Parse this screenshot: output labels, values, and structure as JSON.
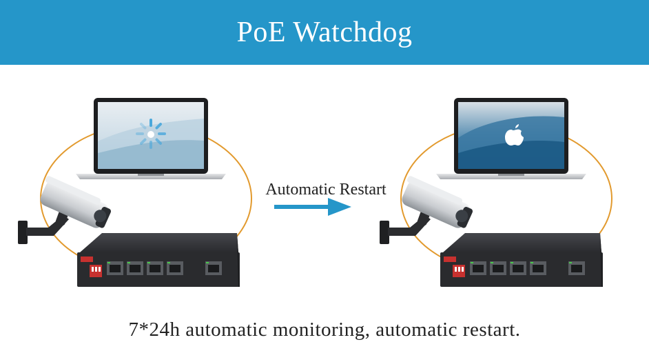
{
  "header": {
    "title": "PoE Watchdog"
  },
  "arrow": {
    "label": "Automatic Restart"
  },
  "footer": {
    "caption": "7*24h automatic monitoring, automatic restart."
  },
  "colors": {
    "banner": "#2596c9",
    "loop": "#e29a2e",
    "arrow": "#2596c9",
    "switch_body": "#2a2b2e",
    "port_led": "#48c94b"
  },
  "icons": {
    "left_laptop_screen": "loading-spinner-icon",
    "right_laptop_screen": "apple-logo-icon"
  }
}
